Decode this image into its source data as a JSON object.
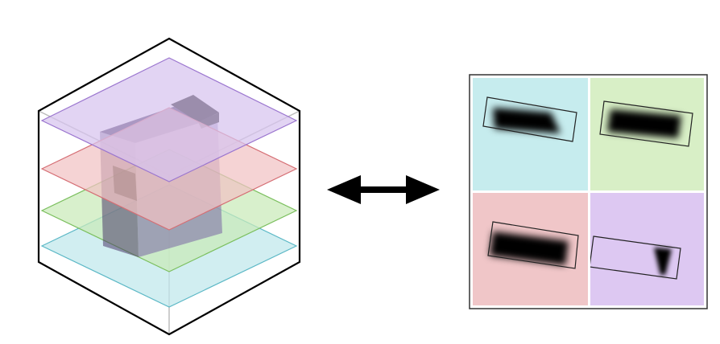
{
  "diagram": {
    "layers": [
      {
        "name": "cyan-layer",
        "color": "#bfe8ec"
      },
      {
        "name": "green-layer",
        "color": "#c9eab8"
      },
      {
        "name": "red-layer",
        "color": "#f1c2c4"
      },
      {
        "name": "purple-layer",
        "color": "#d7c3ef"
      }
    ],
    "object_color": "#6a4f8f",
    "arrow_icon": "double-arrow-icon",
    "slices": [
      {
        "name": "slice-cyan",
        "color": "#c6ecee"
      },
      {
        "name": "slice-green",
        "color": "#d8efc6"
      },
      {
        "name": "slice-red",
        "color": "#f0c6c8"
      },
      {
        "name": "slice-purple",
        "color": "#ddc8f2"
      }
    ]
  }
}
